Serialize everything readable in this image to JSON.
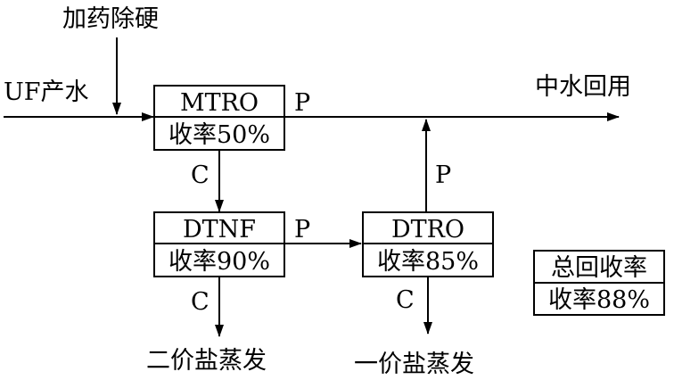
{
  "inputs": {
    "dosing": "加药除硬",
    "feed": "UF产水"
  },
  "outputs": {
    "reuse": "中水回用",
    "divalent_evap": "二价盐蒸发",
    "monovalent_evap": "一价盐蒸发"
  },
  "units": [
    {
      "name": "MTRO",
      "recovery": "收率50%"
    },
    {
      "name": "DTNF",
      "recovery": "收率90%"
    },
    {
      "name": "DTRO",
      "recovery": "收率85%"
    }
  ],
  "stream_labels": {
    "mtro_permeate": "P",
    "mtro_concentrate": "C",
    "dtnf_permeate": "P",
    "dtnf_concentrate": "C",
    "dtro_permeate": "P",
    "dtro_concentrate": "C"
  },
  "summary": {
    "title": "总回收率",
    "value": "收率88%"
  }
}
